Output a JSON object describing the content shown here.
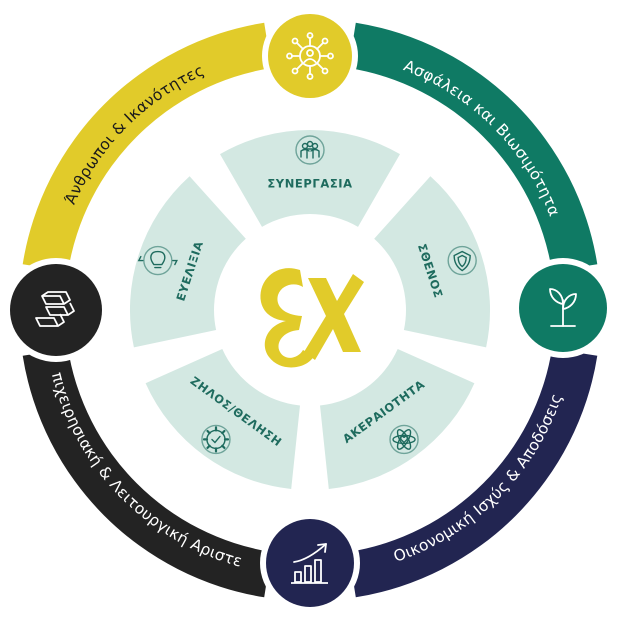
{
  "colors": {
    "yellow": "#E1CB2A",
    "green": "#0F7A64",
    "navy": "#222551",
    "black": "#232323",
    "mint": "#D3E8E2",
    "value_text": "#1E6B5E",
    "logo_yellow": "#E1CB2A"
  },
  "pillars": [
    {
      "label": "Άνθρωποι & Ικανότητες",
      "color": "#E1CB2A",
      "icon": "people-network-icon"
    },
    {
      "label": "Ασφάλεια και Βιωσιμότητα",
      "color": "#0F7A64",
      "icon": "sprout-icon"
    },
    {
      "label": "Οικονομική Ισχύς & Αποδόσεις",
      "color": "#222551",
      "icon": "growth-chart-icon"
    },
    {
      "label": "Επιχειρησιακή & Λειτουργική Αριστεία",
      "color": "#232323",
      "icon": "gold-bars-icon"
    }
  ],
  "values": [
    {
      "label": "ΣΥΝΕΡΓΑΣΙΑ",
      "icon": "team-icon"
    },
    {
      "label": "ΣΘΕΝΟΣ",
      "icon": "shield-icon"
    },
    {
      "label": "ΑΚΕΡΑΙΟΤΗΤΑ",
      "icon": "heart-atom-icon"
    },
    {
      "label": "ΖΗΛΟΣ/ΘΕΛΗΣΗ",
      "icon": "gear-check-icon"
    },
    {
      "label": "ΕΥΕΛΙΞΙΑ",
      "icon": "lightbulb-cycle-icon"
    }
  ]
}
